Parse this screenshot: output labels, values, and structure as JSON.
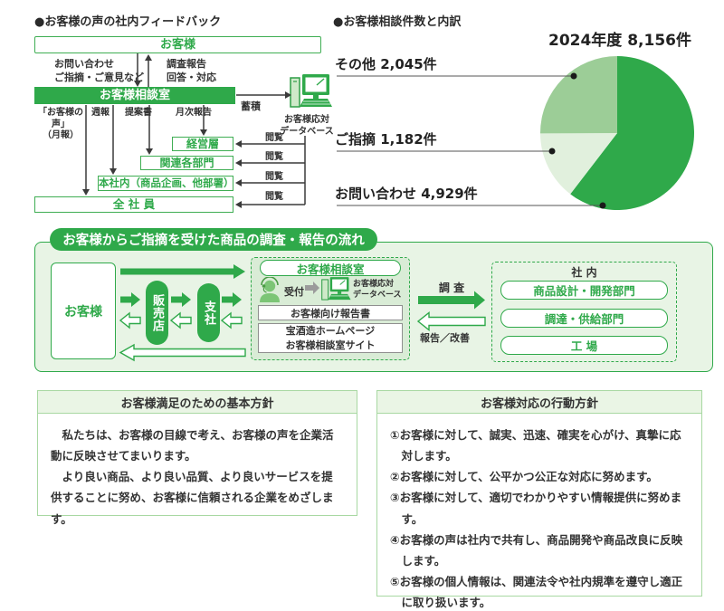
{
  "colors": {
    "main_green": "#2fa94a",
    "border_green": "#3fae53",
    "light_green_bg": "#e8f4e5",
    "inner_panel_green": "#d9ecd6",
    "policy_border": "#a8d8a2",
    "policy_header_bg": "#eaf5e5",
    "arrow_dark": "#3a3a3a",
    "gray_arrow": "#9b9b9b"
  },
  "feedback": {
    "title": "●お客様の声の社内フィードバック",
    "customer_box": "お客様",
    "inquiry_label": "お問い合わせ\nご指摘・ご意見など",
    "response_label": "調査報告\n回答・対応",
    "office_box": "お客様相談室",
    "accumulate_label": "蓄積",
    "database_label": "お客様応対\nデータベース",
    "doc_labels": [
      "「お客様の声」\n（月報）",
      "週報",
      "提案書",
      "月次報告"
    ],
    "dest_boxes": [
      "経営層",
      "関連各部門",
      "本社内（商品企画、他部署）",
      "全 社 員"
    ],
    "view_labels": [
      "閲覧",
      "閲覧",
      "閲覧",
      "閲覧"
    ]
  },
  "chart_data": {
    "type": "pie",
    "heading": "●お客様相談件数と内訳",
    "total_label": "2024年度  8,156件",
    "total": 8156,
    "unit": "件",
    "start_angle_deg": 0,
    "direction": "clockwise",
    "slices": [
      {
        "label": "お問い合わせ",
        "value": 4929,
        "display": "お問い合わせ 4,929件",
        "color": "#2fa94a"
      },
      {
        "label": "ご指摘",
        "value": 1182,
        "display": "ご指摘 1,182件",
        "color": "#e1f0dd"
      },
      {
        "label": "その他",
        "value": 2045,
        "display": "その他 2,045件",
        "color": "#9ccd97"
      }
    ],
    "legend_position": "left-leader-lines",
    "grid": false
  },
  "flow": {
    "banner": "お客様からご指摘を受けた商品の調査・報告の流れ",
    "customer": "お客様",
    "dealer": "販売店",
    "branch": "支社",
    "office_title": "お客様相談室",
    "reception": "受付",
    "database_label": "お客様応対\nデータベース",
    "report_box": "お客様向け報告書",
    "homepage_box": "宝酒造ホームページ\nお客様相談室サイト",
    "investigate": "調 査",
    "report_improve": "報告／改善",
    "internal_title": "社 内",
    "internal_boxes": [
      "商品設計・開発部門",
      "調達・供給部門",
      "工 場"
    ]
  },
  "policies": [
    {
      "title": "お客様満足のための基本方針",
      "paragraphs": [
        "　私たちは、お客様の目線で考え、お客様の声を企業活動に反映させてまいります。",
        "　より良い商品、より良い品質、より良いサービスを提供することに努め、お客様に信頼される企業をめざします。"
      ]
    },
    {
      "title": "お客様対応の行動方針",
      "items": [
        "①お客様に対して、誠実、迅速、確実を心がけ、真摯に応対します。",
        "②お客様に対して、公平かつ公正な対応に努めます。",
        "③お客様に対して、適切でわかりやすい情報提供に努めます。",
        "④お客様の声は社内で共有し、商品開発や商品改良に反映します。",
        "⑤お客様の個人情報は、関連法令や社内規準を遵守し適正に取り扱います。"
      ]
    }
  ]
}
